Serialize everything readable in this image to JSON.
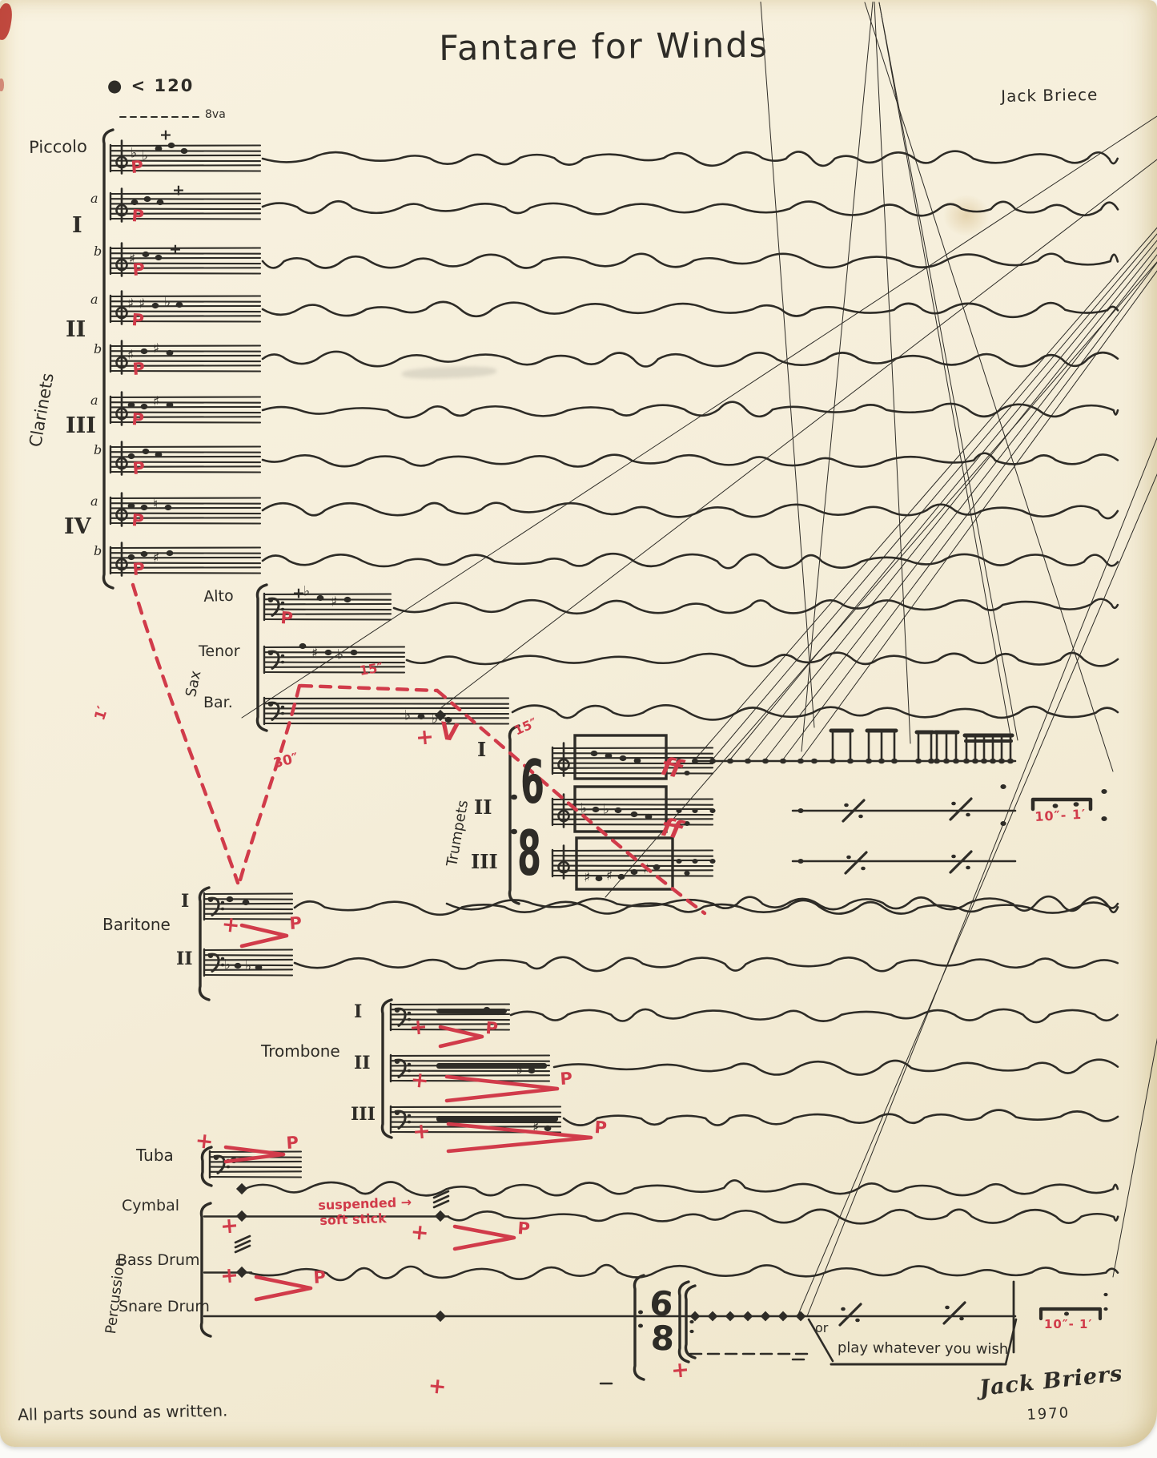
{
  "page": {
    "title": "Fantare for Winds",
    "composer": "Jack Briece",
    "tempo_marking": "● < 120",
    "octave_marking": "8va",
    "footer_note": "All parts sound as written.",
    "signature": "Jack Briers",
    "year": "1970"
  },
  "instruments": {
    "piccolo": "Piccolo",
    "clarinets_group": "Clarinets",
    "clarinet_numerals": [
      "I",
      "II",
      "III",
      "IV"
    ],
    "clarinet_sub_a": "a",
    "clarinet_sub_b": "b",
    "sax_group": "Sax",
    "sax_alto": "Alto",
    "sax_tenor": "Tenor",
    "sax_baritone": "Bar.",
    "trumpets_group": "Trumpets",
    "trumpet_numerals": [
      "I",
      "II",
      "III"
    ],
    "baritone": "Baritone",
    "baritone_numerals": [
      "I",
      "II"
    ],
    "trombone": "Trombone",
    "trombone_numerals": [
      "I",
      "II",
      "III"
    ],
    "tuba": "Tuba",
    "percussion_group": "Percussion",
    "cymbal": "Cymbal",
    "bass_drum": "Bass Drum",
    "snare_drum": "Snare Drum"
  },
  "annotations": {
    "dynamic_p": "P",
    "dynamic_ff": "ff",
    "accent_plus": "+",
    "accent_v": "V",
    "time_signature_upper": "6",
    "time_signature_lower": "8",
    "duration_one_minute": "1′",
    "duration_thirty_seconds": "30″",
    "duration_fifteen_seconds_sax": "15″",
    "duration_fifteen_seconds_trumpets": "15″",
    "duration_range_trumpets": "10″- 1′",
    "duration_range_snare": "10″- 1′",
    "cymbal_instruction_line1": "suspended →",
    "cymbal_instruction_line2": "soft stick",
    "snare_instruction_or": "or",
    "snare_instruction": "play whatever you wish"
  },
  "colors": {
    "paper": "#f5eeda",
    "ink": "#2e2c27",
    "red": "#d13b4a"
  }
}
